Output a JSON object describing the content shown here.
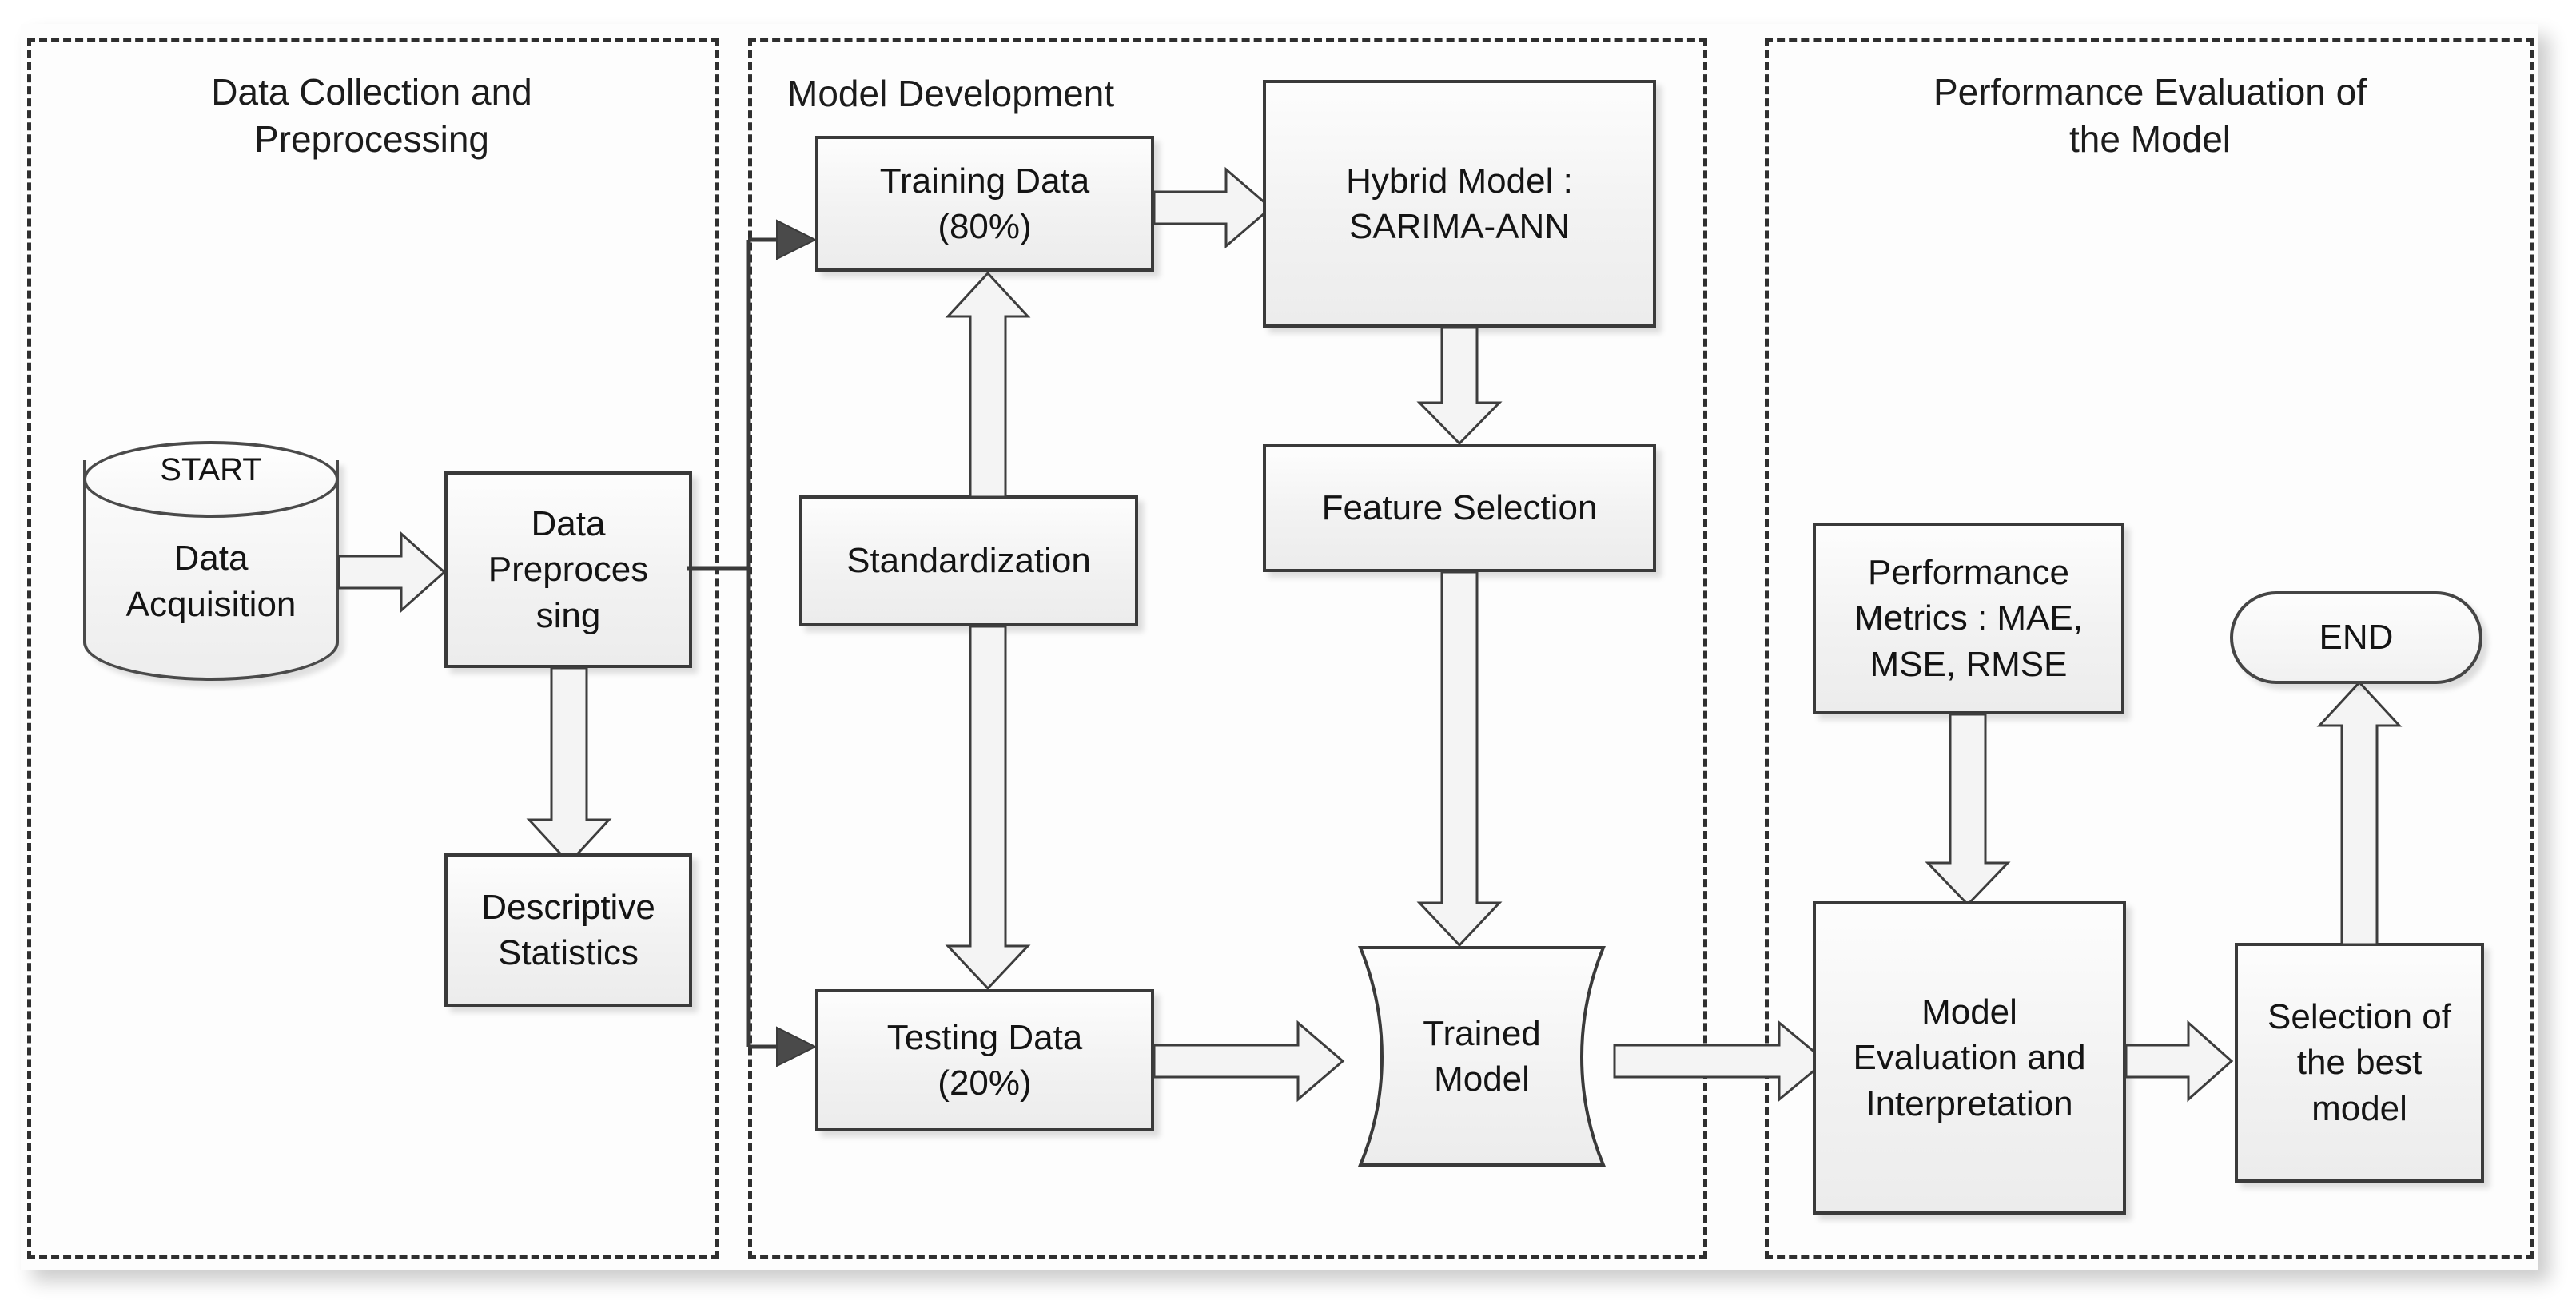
{
  "diagram": {
    "title": "Methodology flowchart: SARIMA-ANN hybrid model pipeline",
    "lanes": [
      {
        "id": "lane-data-collection",
        "label": "Data Collection and\nPreprocessing"
      },
      {
        "id": "lane-model-development",
        "label": "Model Development"
      },
      {
        "id": "lane-performance-evaluation",
        "label": "Performance Evaluation of\nthe Model"
      }
    ],
    "nodes": {
      "start_label": "START",
      "data_acquisition": "Data\nAcquisition",
      "data_preprocessing": "Data\nPreproces\nsing",
      "descriptive_statistics": "Descriptive\nStatistics",
      "standardization": "Standardization",
      "training_data": "Training Data\n(80%)",
      "testing_data": "Testing Data\n(20%)",
      "hybrid_model": "Hybrid Model :\nSARIMA-ANN",
      "feature_selection": "Feature Selection",
      "trained_model": "Trained\nModel",
      "performance_metrics": "Performance\nMetrics : MAE,\nMSE, RMSE",
      "model_evaluation": "Model\nEvaluation and\nInterpretation",
      "selection_best_model": "Selection of\nthe best\nmodel",
      "end_label": "END"
    },
    "edges": [
      {
        "from": "data_acquisition",
        "to": "data_preprocessing",
        "style": "block-arrow",
        "direction": "right"
      },
      {
        "from": "data_preprocessing",
        "to": "descriptive_statistics",
        "style": "block-arrow",
        "direction": "down"
      },
      {
        "from": "data_preprocessing",
        "to": "training_data",
        "style": "thin-line",
        "direction": "right-up"
      },
      {
        "from": "data_preprocessing",
        "to": "testing_data",
        "style": "thin-line",
        "direction": "right-down"
      },
      {
        "from": "standardization",
        "to": "training_data",
        "style": "block-arrow",
        "direction": "up"
      },
      {
        "from": "standardization",
        "to": "testing_data",
        "style": "block-arrow",
        "direction": "down"
      },
      {
        "from": "training_data",
        "to": "hybrid_model",
        "style": "block-arrow",
        "direction": "right"
      },
      {
        "from": "hybrid_model",
        "to": "feature_selection",
        "style": "block-arrow",
        "direction": "down"
      },
      {
        "from": "feature_selection",
        "to": "trained_model",
        "style": "block-arrow",
        "direction": "down"
      },
      {
        "from": "testing_data",
        "to": "trained_model",
        "style": "block-arrow",
        "direction": "right"
      },
      {
        "from": "trained_model",
        "to": "model_evaluation",
        "style": "block-arrow",
        "direction": "right"
      },
      {
        "from": "performance_metrics",
        "to": "model_evaluation",
        "style": "block-arrow",
        "direction": "down"
      },
      {
        "from": "model_evaluation",
        "to": "selection_best_model",
        "style": "block-arrow",
        "direction": "right"
      },
      {
        "from": "selection_best_model",
        "to": "end_label",
        "style": "block-arrow",
        "direction": "up"
      }
    ],
    "colors": {
      "node_border": "#3a3a3a",
      "node_fill_top": "#fdfdfd",
      "node_fill_bottom": "#ececec",
      "lane_border": "#2f2f2f",
      "text": "#141414",
      "page_background": "#ffffff",
      "arrow_outline": "#3d3d3d"
    }
  }
}
